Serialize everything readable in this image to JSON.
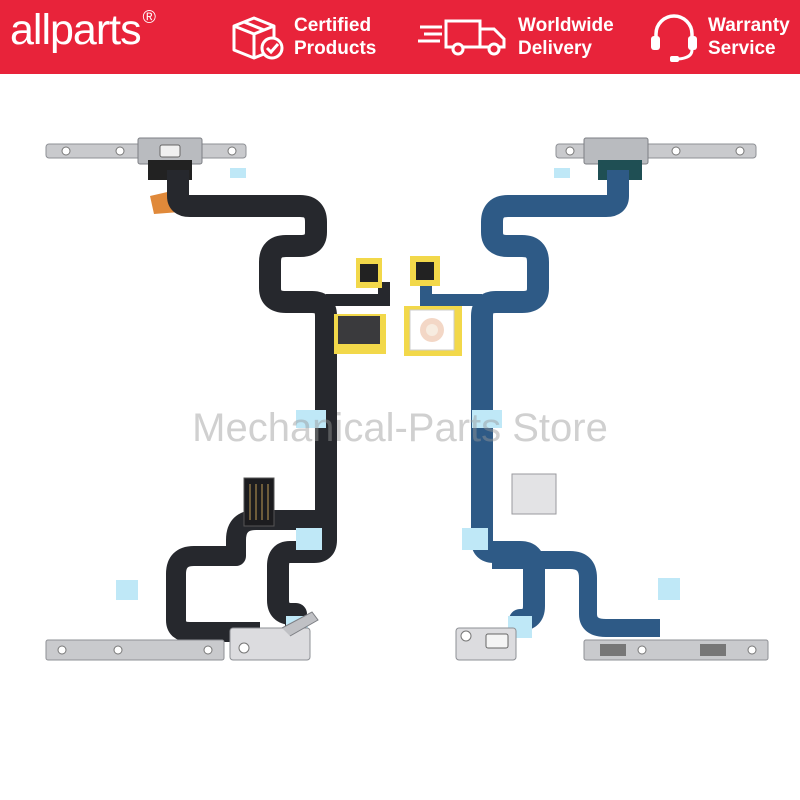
{
  "brand": {
    "name": "allparts",
    "mark": "®"
  },
  "features": [
    {
      "icon": "box-check-icon",
      "line1": "Certified",
      "line2": "Products"
    },
    {
      "icon": "delivery-truck-icon",
      "line1": "Worldwide",
      "line2": "Delivery"
    },
    {
      "icon": "headset-icon",
      "line1": "Warranty",
      "line2": "Service"
    }
  ],
  "watermark": "Mechanical-Parts Store",
  "colors": {
    "banner": "#e8233a",
    "flex_cable_dark": "#26282d",
    "flex_cable_blue": "#2e5a86"
  }
}
